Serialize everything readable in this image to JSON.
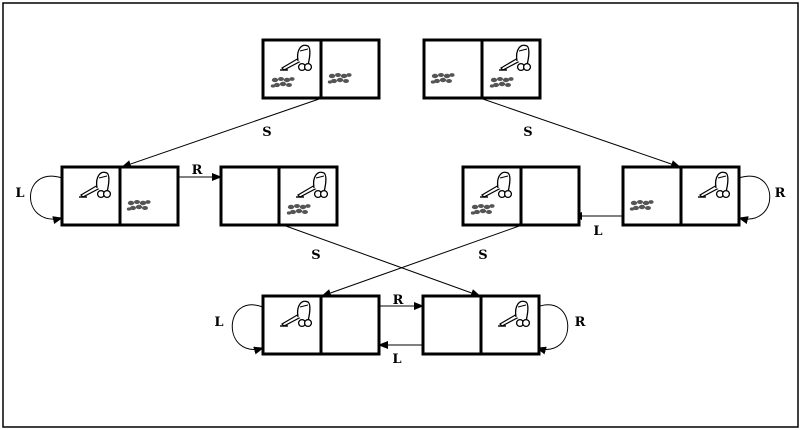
{
  "states": [
    {
      "id": "s1",
      "left": {
        "vacuum": true,
        "dirt": true
      },
      "right": {
        "vacuum": false,
        "dirt": true
      }
    },
    {
      "id": "s2",
      "left": {
        "vacuum": false,
        "dirt": true
      },
      "right": {
        "vacuum": true,
        "dirt": true
      }
    },
    {
      "id": "s3",
      "left": {
        "vacuum": true,
        "dirt": false
      },
      "right": {
        "vacuum": false,
        "dirt": true
      }
    },
    {
      "id": "s4",
      "left": {
        "vacuum": false,
        "dirt": false
      },
      "right": {
        "vacuum": true,
        "dirt": true
      }
    },
    {
      "id": "s5",
      "left": {
        "vacuum": true,
        "dirt": true
      },
      "right": {
        "vacuum": false,
        "dirt": false
      }
    },
    {
      "id": "s6",
      "left": {
        "vacuum": false,
        "dirt": true
      },
      "right": {
        "vacuum": true,
        "dirt": false
      }
    },
    {
      "id": "s7",
      "left": {
        "vacuum": true,
        "dirt": false
      },
      "right": {
        "vacuum": false,
        "dirt": false
      }
    },
    {
      "id": "s8",
      "left": {
        "vacuum": false,
        "dirt": false
      },
      "right": {
        "vacuum": true,
        "dirt": false
      }
    }
  ],
  "transitions": [
    {
      "from": "s1",
      "to": "s3",
      "label": "S"
    },
    {
      "from": "s2",
      "to": "s6",
      "label": "S"
    },
    {
      "from": "s3",
      "to": "s4",
      "label": "R"
    },
    {
      "from": "s6",
      "to": "s5",
      "label": "L"
    },
    {
      "from": "s4",
      "to": "s8",
      "label": "S"
    },
    {
      "from": "s5",
      "to": "s7",
      "label": "S"
    },
    {
      "from": "s7",
      "to": "s8",
      "label": "R"
    },
    {
      "from": "s8",
      "to": "s7",
      "label": "L"
    },
    {
      "from": "s3",
      "to": "s3",
      "label": "L"
    },
    {
      "from": "s6",
      "to": "s6",
      "label": "R"
    },
    {
      "from": "s7",
      "to": "s7",
      "label": "L"
    },
    {
      "from": "s8",
      "to": "s8",
      "label": "R"
    }
  ],
  "colors": {
    "line": "#000000",
    "dirt": "#555555",
    "background": "#ffffff"
  }
}
